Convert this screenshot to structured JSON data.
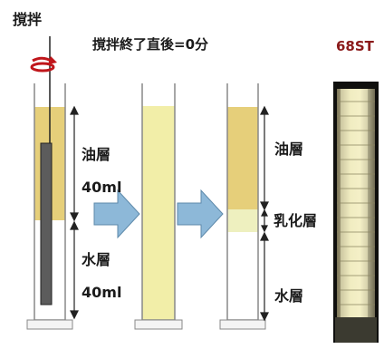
{
  "title": "撹拌終了直後=0分",
  "stir_label": "撹拌",
  "sample_code": "68ST",
  "left_cylinder": {
    "oil_label": "油層",
    "oil_volume": "40ml",
    "water_label": "水層",
    "water_volume": "40ml"
  },
  "right_cylinder": {
    "oil_label": "油層",
    "emulsion_label": "乳化層",
    "water_label": "水層"
  },
  "colors": {
    "oil": "#e6cf7a",
    "oil_pale": "#f2eea8",
    "emulsion": "#eef0bf",
    "water": "#ffffff",
    "arrow_fill": "#8db8d8",
    "arrow_stroke": "#5d89aa",
    "code_text": "#8b1a1a"
  }
}
